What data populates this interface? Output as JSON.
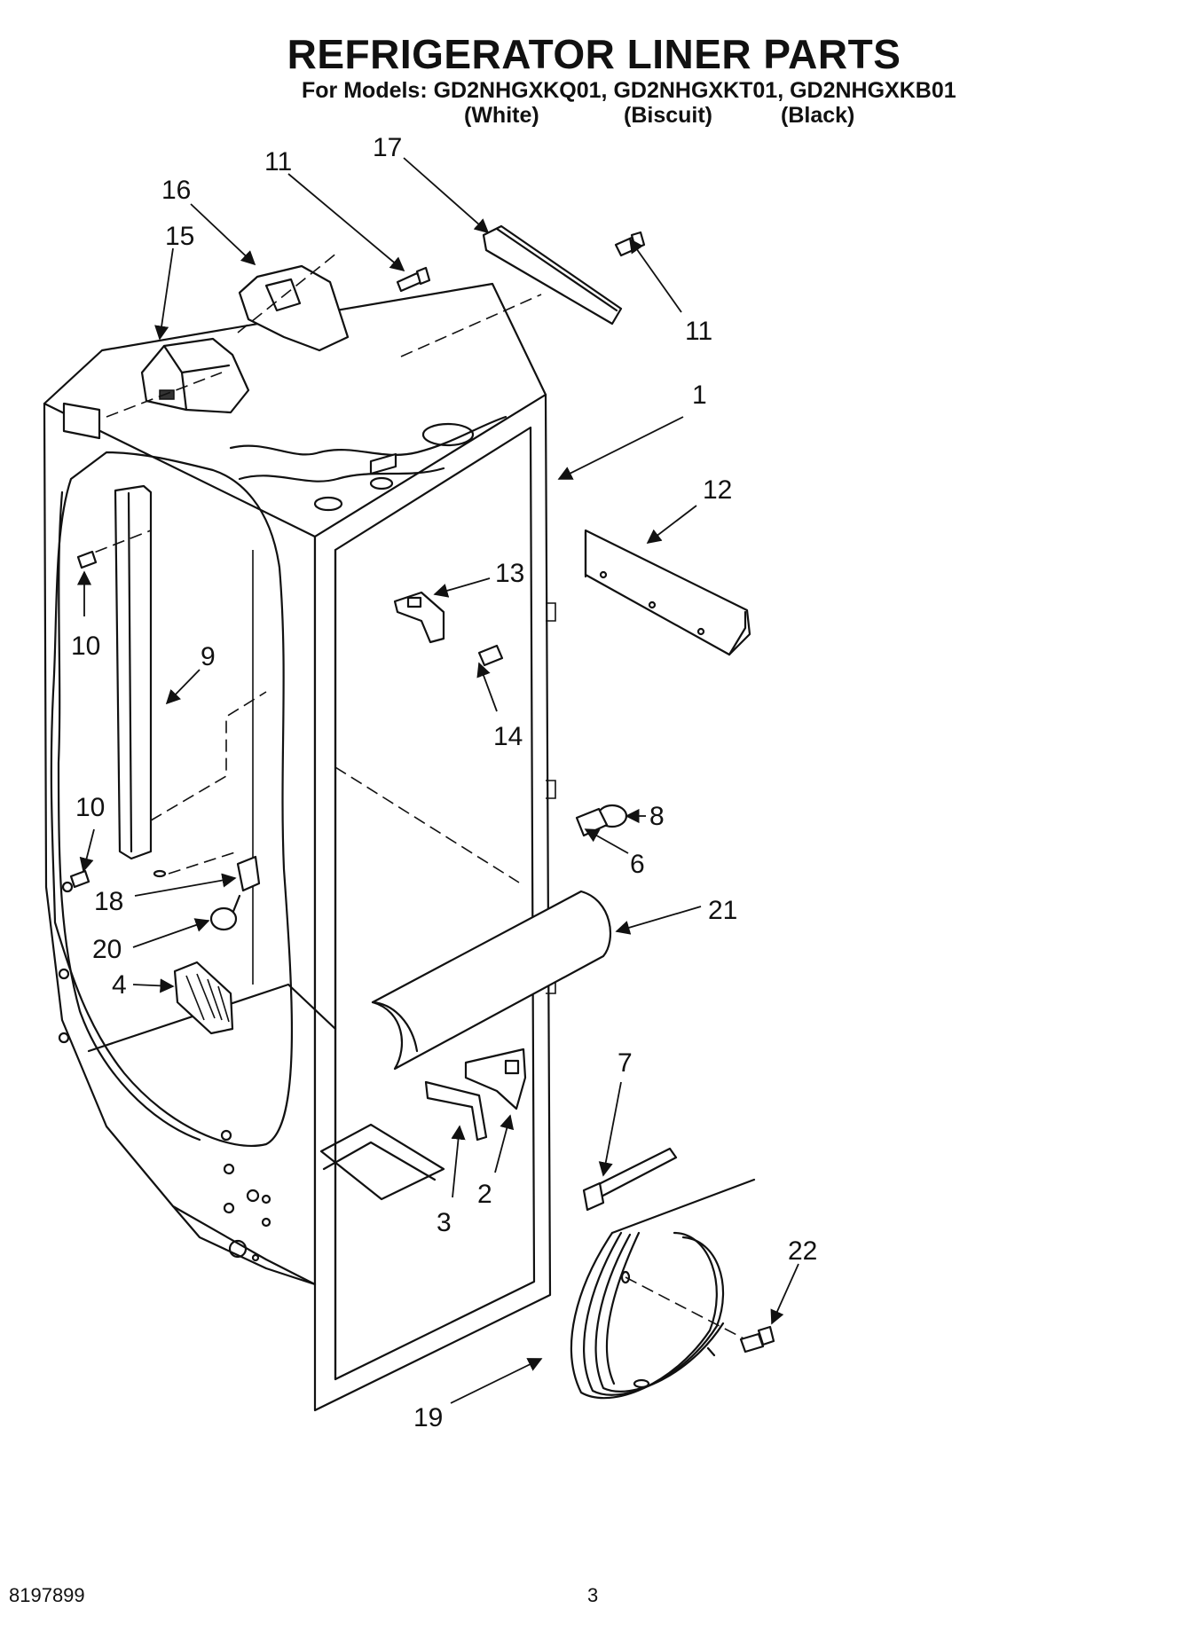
{
  "title": "REFRIGERATOR LINER PARTS",
  "models_line": "For Models: GD2NHGXKQ01, GD2NHGXKT01, GD2NHGXKB01",
  "variants": {
    "white": "(White)",
    "biscuit": "(Biscuit)",
    "black": "(Black)"
  },
  "callouts": {
    "c1": "1",
    "c2": "2",
    "c3": "3",
    "c4": "4",
    "c6": "6",
    "c7": "7",
    "c8": "8",
    "c9": "9",
    "c10_top": "10",
    "c10_bottom": "10",
    "c11_top": "11",
    "c11_right": "11",
    "c12": "12",
    "c13": "13",
    "c14": "14",
    "c15": "15",
    "c16": "16",
    "c17": "17",
    "c18": "18",
    "c19": "19",
    "c20": "20",
    "c21": "21",
    "c22": "22"
  },
  "footer": {
    "doc_number": "8197899",
    "page_number": "3"
  }
}
